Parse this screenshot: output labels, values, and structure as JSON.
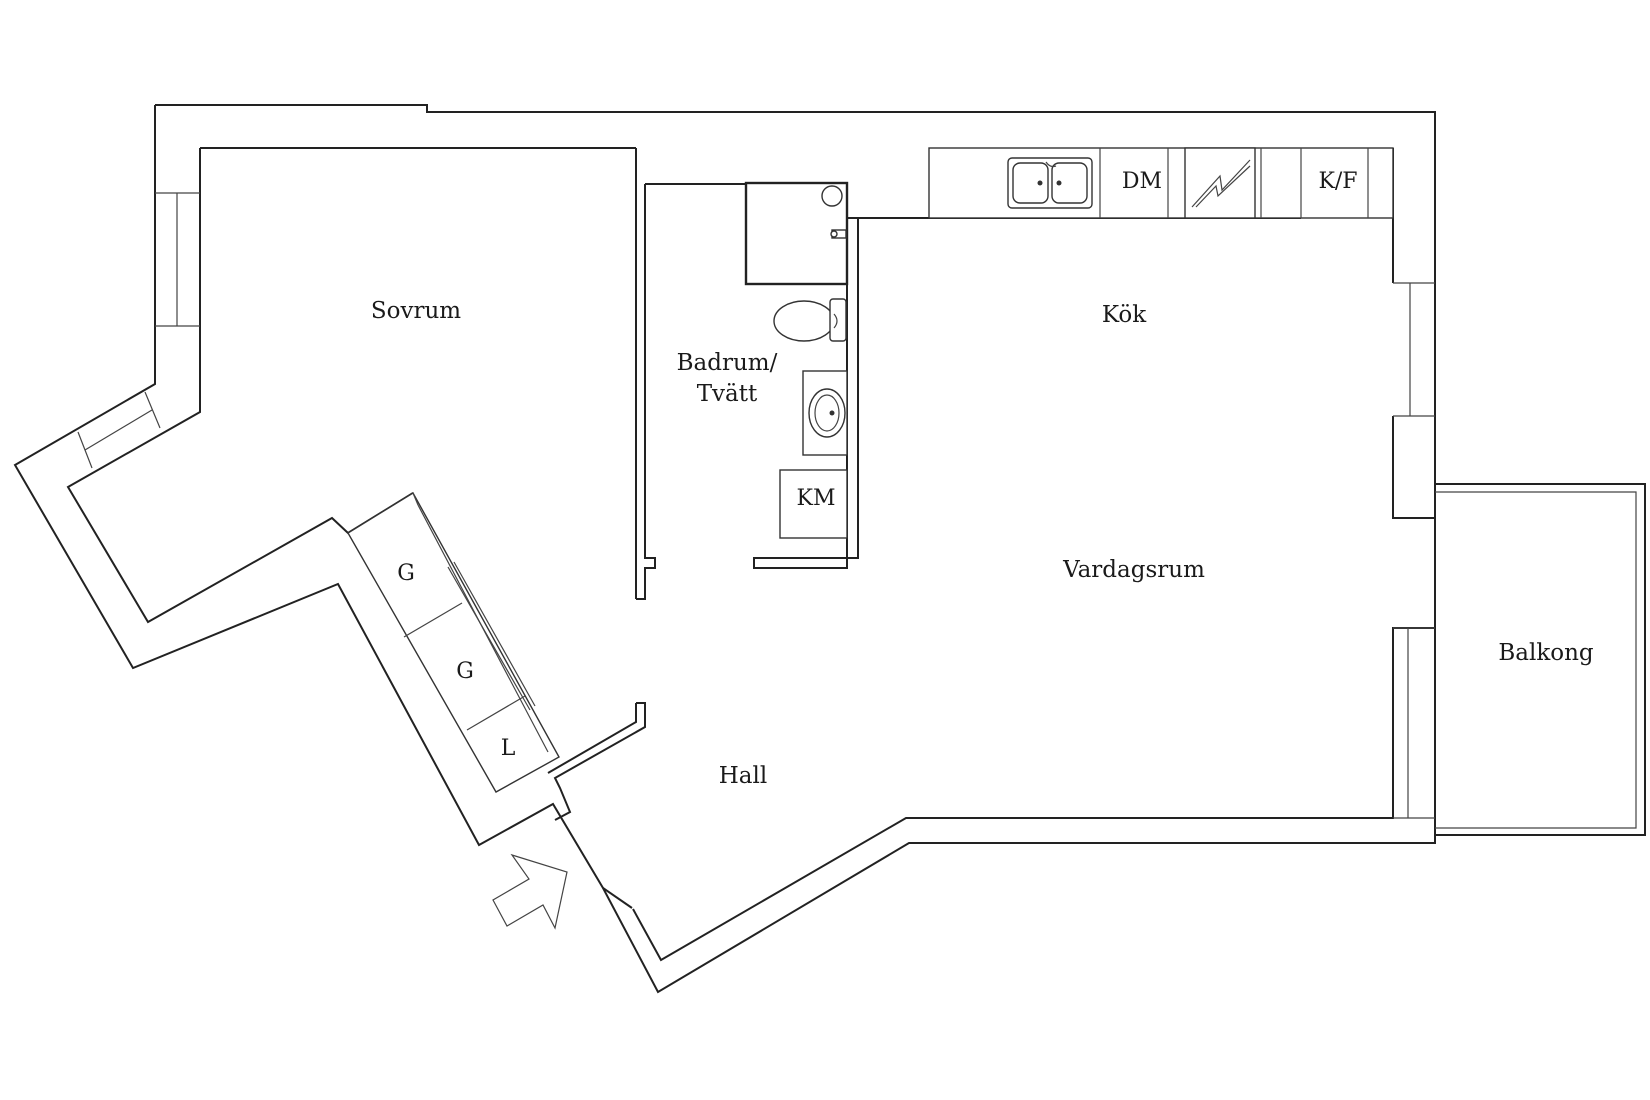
{
  "rooms": {
    "sovrum": "Sovrum",
    "badrum_line1": "Badrum/",
    "badrum_line2": "Tvätt",
    "kok": "Kök",
    "vardagsrum": "Vardagsrum",
    "hall": "Hall",
    "balkong": "Balkong"
  },
  "fixtures": {
    "dishwasher": "DM",
    "fridge_freezer": "K/F",
    "washing_machine": "KM",
    "wardrobe_1": "G",
    "wardrobe_2": "G",
    "linen_closet": "L"
  },
  "icons": {
    "entrance": "entrance-arrow-icon",
    "sink": "kitchen-sink-icon",
    "stove": "stove-icon",
    "toilet": "toilet-icon",
    "washbasin": "washbasin-icon",
    "shower": "shower-icon"
  },
  "colors": {
    "wall": "#222222",
    "background": "#ffffff"
  }
}
